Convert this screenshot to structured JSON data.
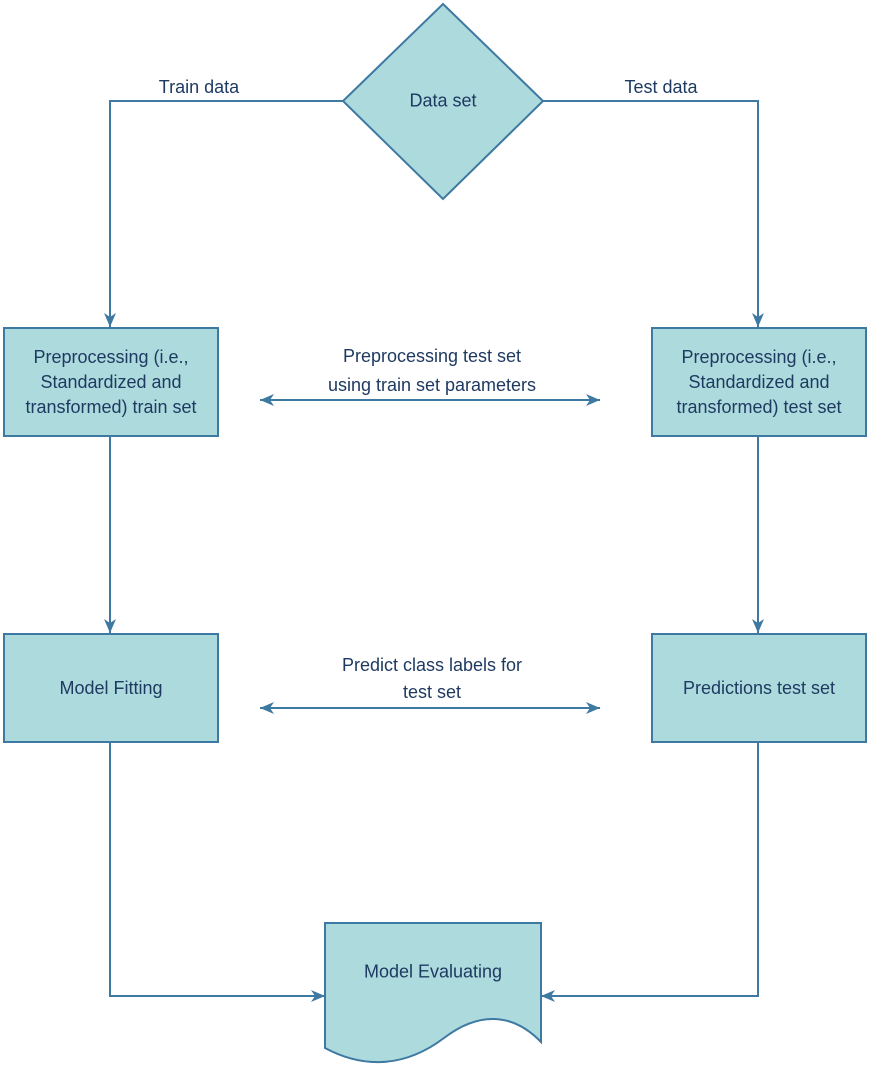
{
  "colors": {
    "fill": "#addadd",
    "stroke": "#3e79a1",
    "text": "#1e3a61"
  },
  "nodes": {
    "dataset": "Data set",
    "preprocess_train": "Preprocessing (i.e., Standardized and transformed) train set",
    "preprocess_test": "Preprocessing (i.e., Standardized and transformed) test set",
    "model_fitting": "Model Fitting",
    "predictions_test": "Predictions test set",
    "model_evaluating": "Model Evaluating"
  },
  "edge_labels": {
    "train_branch": "Train data",
    "test_branch": "Test data",
    "preprocess_note_line1": "Preprocessing test set",
    "preprocess_note_line2": "using train set parameters",
    "predict_note_line1": "Predict class labels for",
    "predict_note_line2": "test set"
  }
}
